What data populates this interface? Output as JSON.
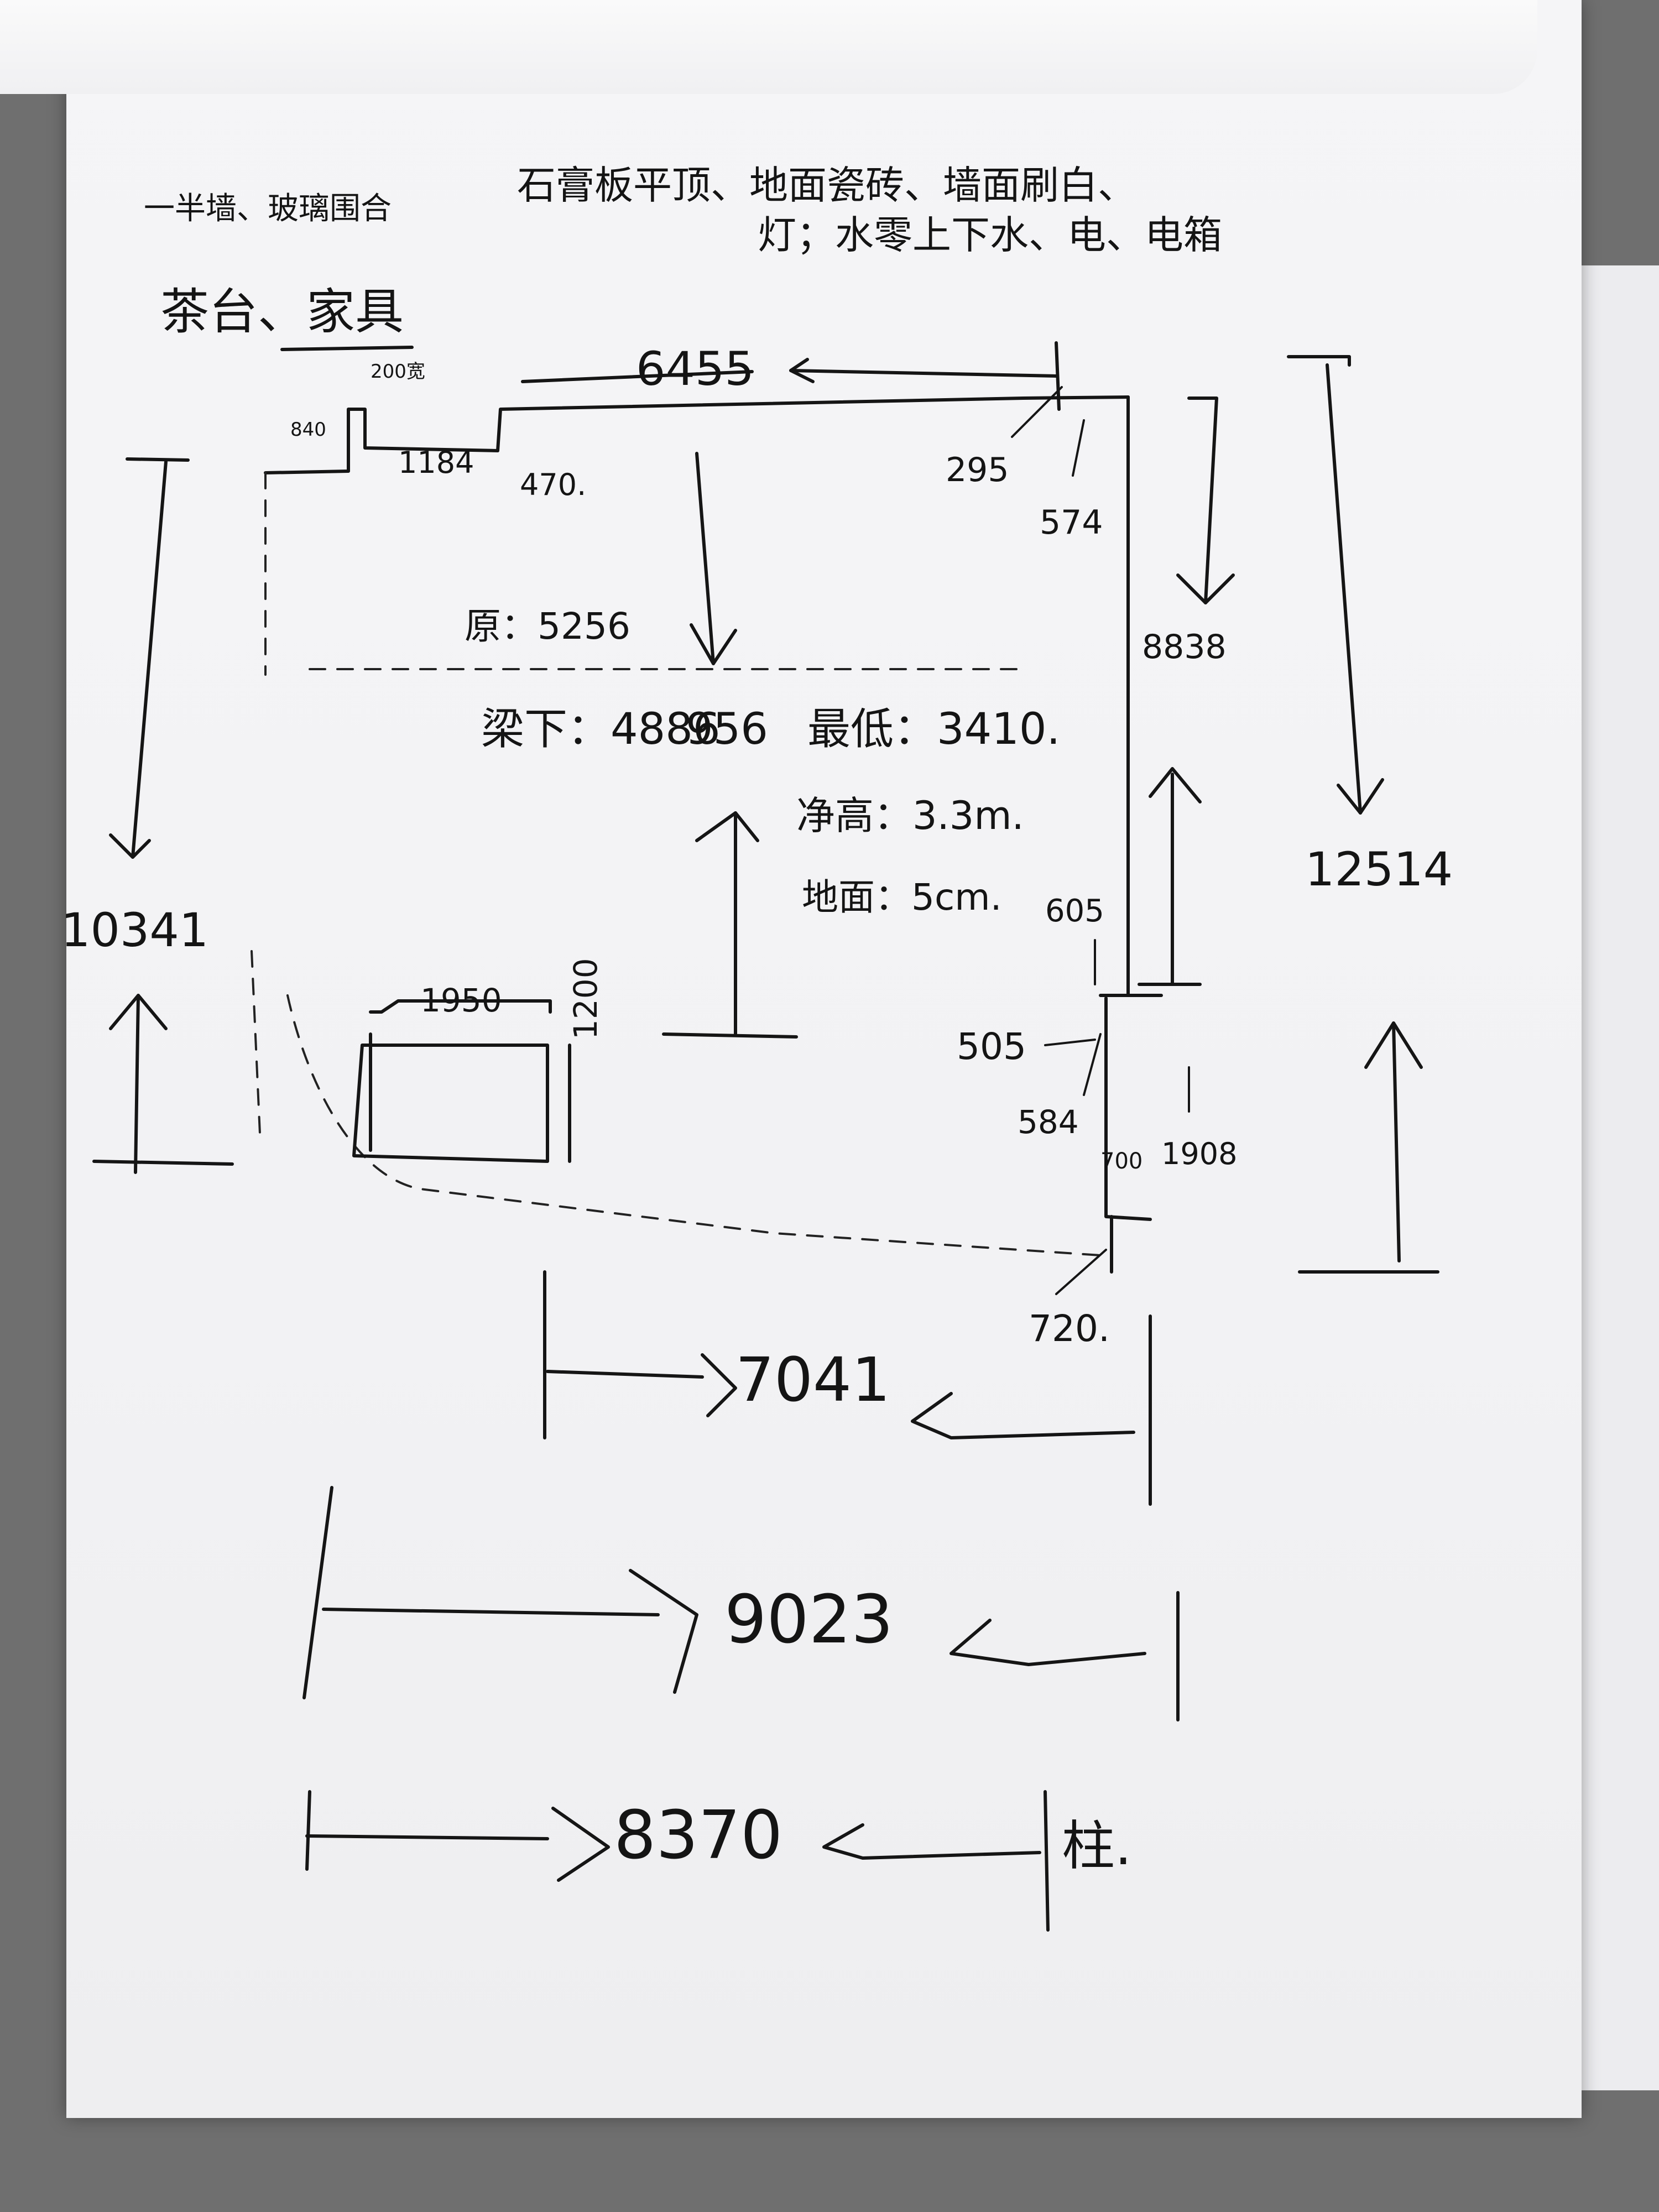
{
  "notes": {
    "line1": "一半墙、玻璃围合",
    "line2": "石膏板平顶、地面瓷砖、墙面刷白、",
    "line3": "灯；水零上下水、电、电箱",
    "label_left": "茶台、家具"
  },
  "dims": {
    "top_total": "6455",
    "top_small_a": "840",
    "top_small_b": "200宽",
    "top_small_c": "1184",
    "top_small_d": "470.",
    "col_width": "295",
    "col_depth": "574",
    "right_inner": "8838",
    "right_outer": "12514",
    "left_total": "10341",
    "table_w": "1950",
    "table_h": "1200",
    "mid_605": "605",
    "mid_505": "505",
    "mid_584": "584",
    "mid_700": "700",
    "mid_1908": "1908",
    "mid_720": "720.",
    "bottom_1": "7041",
    "bottom_2": "9023",
    "bottom_3": "8370",
    "col_label": "柱."
  },
  "heights": {
    "original": "原：5256",
    "under_beam": "梁下：4886",
    "beam_extra": "956",
    "lowest": "最低：3410.",
    "clear": "净高：3.3m.",
    "floor": "地面：5cm."
  }
}
